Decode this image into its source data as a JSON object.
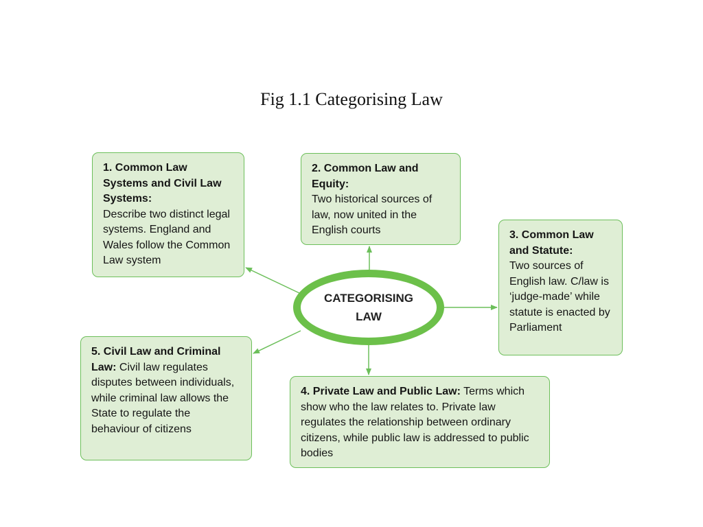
{
  "figure": {
    "title": "Fig 1.1 Categorising Law"
  },
  "center": {
    "label": "CATEGORISING LAW"
  },
  "colors": {
    "box_fill": "#dfeed5",
    "box_border": "#6cbf5a",
    "oval_ring": "#6cc04a",
    "arrow": "#6cbf5a"
  },
  "boxes": [
    {
      "heading": "1. Common Law Systems and Civil Law Systems:",
      "body": "Describe two distinct legal systems. England and Wales follow the Common Law system"
    },
    {
      "heading": "2. Common Law and Equity:",
      "body": "Two historical sources of law, now united in the English courts"
    },
    {
      "heading": "3. Common Law and Statute:",
      "body": "Two sources of English law. C/law is ‘judge-made’ while statute is enacted by Parliament"
    },
    {
      "heading": "4. Private Law and Public Law:",
      "body": "Terms which show who the law relates to. Private law regulates the relationship between ordinary citizens, while public law is addressed to public bodies"
    },
    {
      "heading": "5. Civil Law and Criminal Law:",
      "body": "Civil law regulates disputes between individuals, while criminal law allows the State to regulate the behaviour of citizens"
    }
  ]
}
